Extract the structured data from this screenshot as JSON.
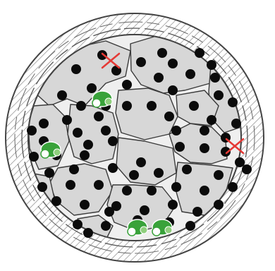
{
  "figure": {
    "kind": "hand-drawn cross-section illustration (circular section with granules)",
    "colors": {
      "background": "#ffffff",
      "outline": "#444444",
      "hatch": "#9a9a9a",
      "plate_fill": "#d7d7d7",
      "gap": "#efefef",
      "dot": "#0b0b0b",
      "green": "#39a23a",
      "green_light": "#8fcf7d",
      "cross": "#e53935"
    },
    "counts": {
      "dark_dots": 75,
      "green_clusters": 4,
      "red_crosses": 2
    }
  }
}
